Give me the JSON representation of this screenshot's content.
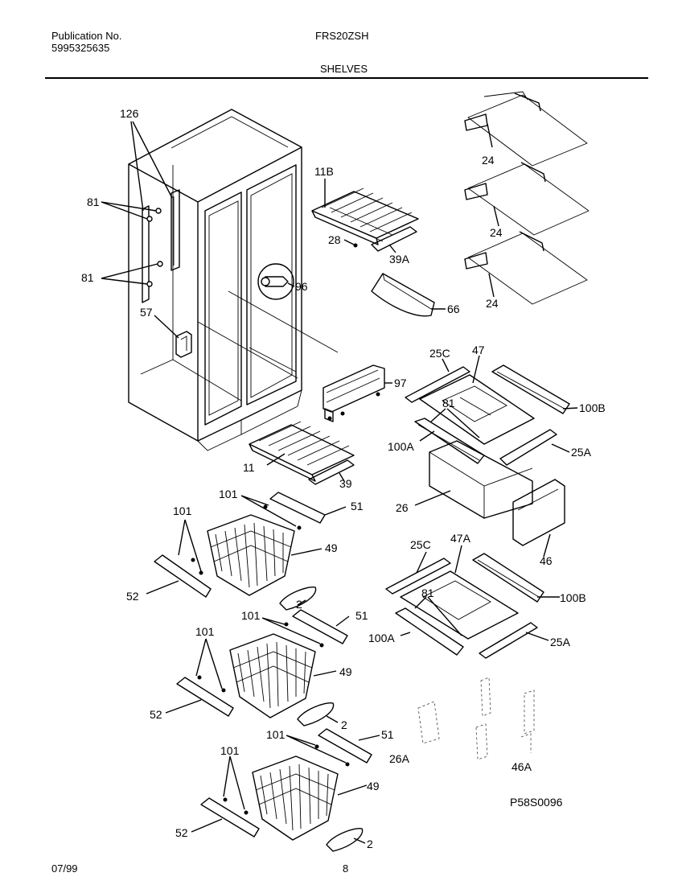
{
  "header": {
    "publication_label": "Publication No.",
    "publication_number": "5995325635",
    "model": "FRS20ZSH",
    "section": "SHELVES"
  },
  "footer": {
    "date": "07/99",
    "page": "8"
  },
  "diagram_code": "P58S0096",
  "callouts": {
    "c126": "126",
    "c81a": "81",
    "c81b": "81",
    "c57": "57",
    "c96": "96",
    "c11b": "11B",
    "c28": "28",
    "c39a": "39A",
    "c24a": "24",
    "c24b": "24",
    "c24c": "24",
    "c66": "66",
    "c97": "97",
    "c25c_top": "25C",
    "c47": "47",
    "c81_tray_top": "81",
    "c100b_top": "100B",
    "c100a_top": "100A",
    "c25a_top": "25A",
    "c11": "11",
    "c39": "39",
    "c26": "26",
    "c101_1": "101",
    "c51_1": "51",
    "c101_1b": "101",
    "c49_1": "49",
    "c52_1": "52",
    "c2_1": "2",
    "c46": "46",
    "c25c_bot": "25C",
    "c47a": "47A",
    "c81_tray_bot": "81",
    "c100b_bot": "100B",
    "c100a_bot": "100A",
    "c25a_bot": "25A",
    "c101_2": "101",
    "c51_2": "51",
    "c101_2b": "101",
    "c49_2": "49",
    "c52_2": "52",
    "c2_2": "2",
    "c101_3": "101",
    "c51_3": "51",
    "c26a": "26A",
    "c46a": "46A",
    "c101_3b": "101",
    "c49_3": "49",
    "c52_3": "52",
    "c2_3": "2"
  }
}
